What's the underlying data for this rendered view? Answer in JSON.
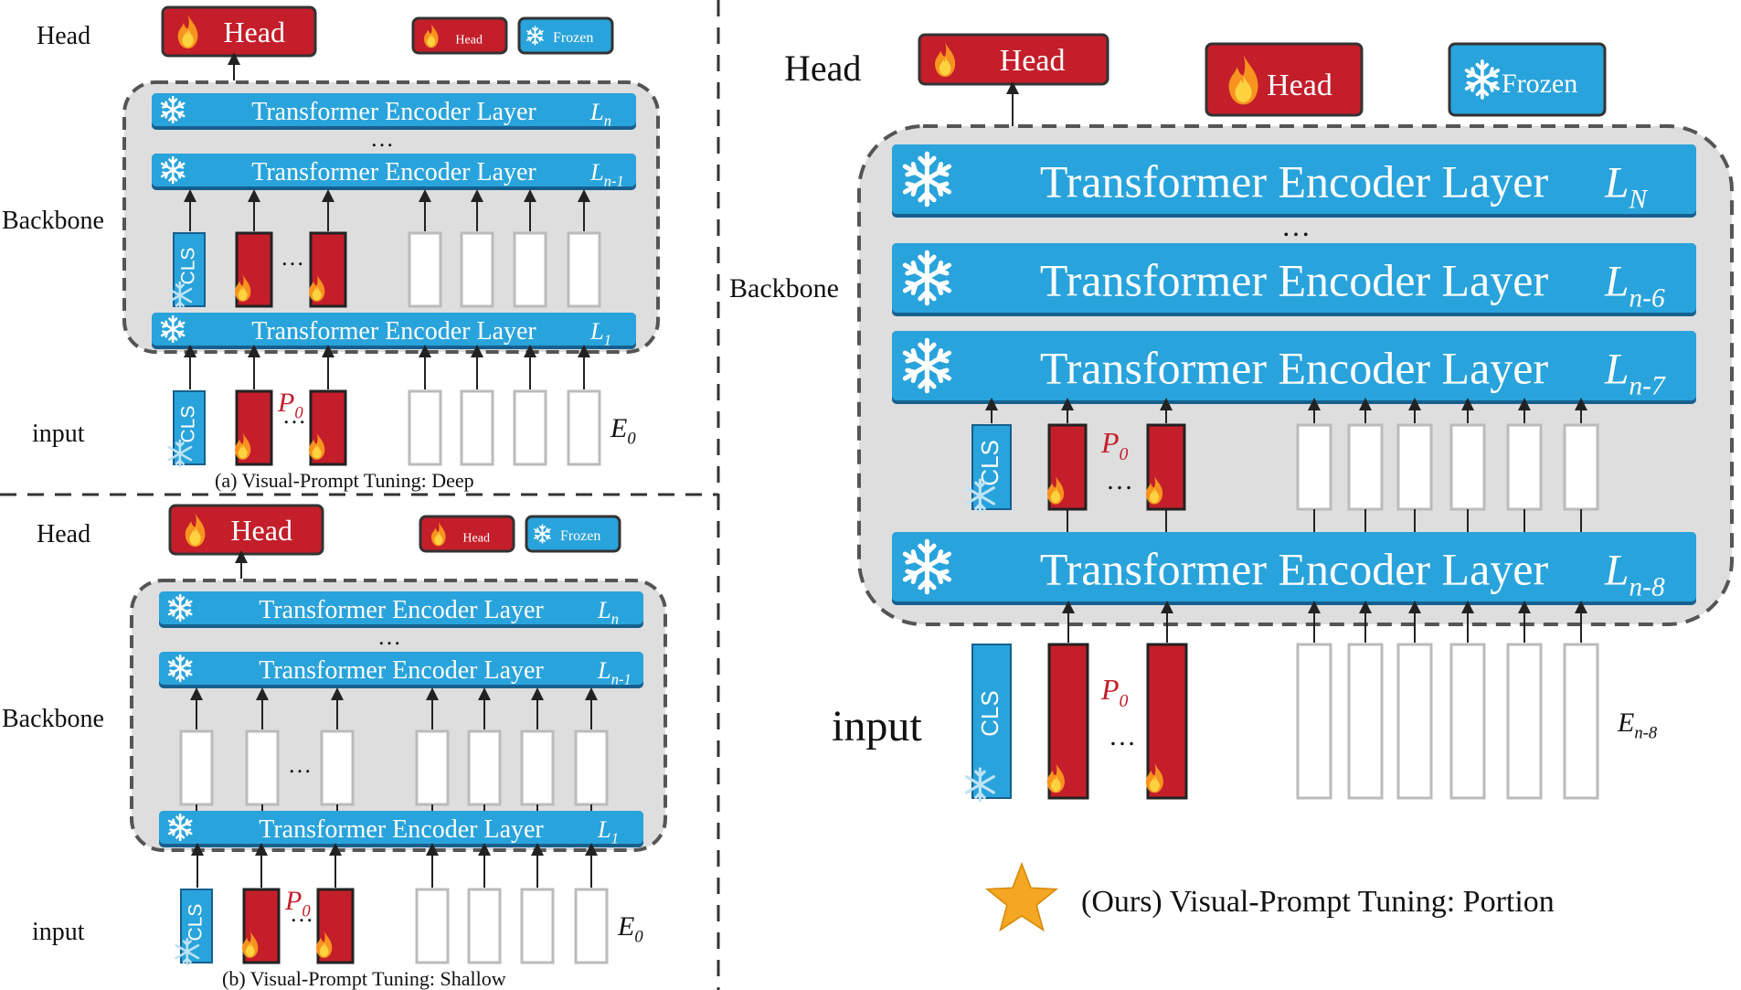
{
  "panel_a": {
    "head_label": "Head",
    "head_button": "Head",
    "legend": {
      "head": "Head",
      "frozen": "Frozen"
    },
    "backbone_label": "Backbone",
    "input_label": "input",
    "layer_text": "Transformer Encoder Layer",
    "layers": {
      "top_sub": "n",
      "second_sub": "n-1",
      "bottom_sub": "1"
    },
    "layer_letter": "L",
    "cls": "CLS",
    "dots": "…",
    "prompt_letter": "P",
    "prompt_sub": "0",
    "embed_letter": "E",
    "embed_sub": "0",
    "caption": "(a) Visual-Prompt Tuning:   Deep"
  },
  "panel_b": {
    "head_label": "Head",
    "head_button": "Head",
    "legend": {
      "head": "Head",
      "frozen": "Frozen"
    },
    "backbone_label": "Backbone",
    "input_label": "input",
    "layer_text": "Transformer Encoder Layer",
    "layers": {
      "top_sub": "n",
      "second_sub": "n-1",
      "bottom_sub": "1"
    },
    "layer_letter": "L",
    "cls": "CLS",
    "dots": "…",
    "prompt_letter": "P",
    "prompt_sub": "0",
    "embed_letter": "E",
    "embed_sub": "0",
    "caption": "(b) Visual-Prompt Tuning: Shallow"
  },
  "panel_c": {
    "head_label": "Head",
    "head_button": "Head",
    "legend": {
      "head": "Head",
      "frozen": "Frozen"
    },
    "backbone_label": "Backbone",
    "input_label": "input",
    "layer_text": "Transformer Encoder Layer",
    "layers": {
      "l1_sub": "N",
      "l2_sub": "n-6",
      "l3_sub": "n-7",
      "l4_sub": "n-8"
    },
    "layer_letter": "L",
    "cls": "CLS",
    "dots": "…",
    "prompt_letter": "P",
    "prompt_sub": "0",
    "embed_letter": "E",
    "embed_sub": "n-8",
    "caption": "(Ours) Visual-Prompt Tuning: Portion"
  },
  "colors": {
    "blue": "#29a3dc",
    "blue_dark": "#16608f",
    "red": "#c41e2a",
    "gray_box": "#dedede",
    "dashed_border": "#555555",
    "star": "#f5a623"
  }
}
